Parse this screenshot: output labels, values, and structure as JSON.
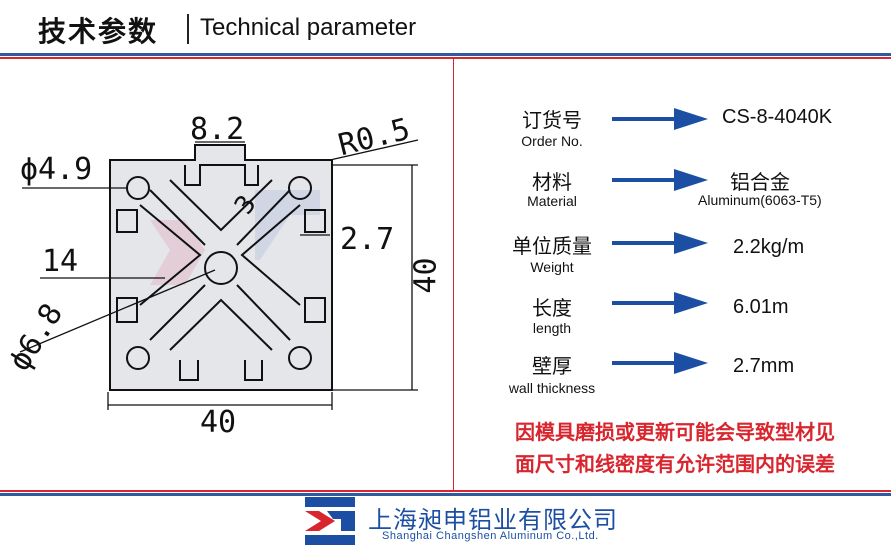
{
  "header": {
    "title_cn": "技术参数",
    "title_en": "Technical parameter"
  },
  "drawing": {
    "dim_top_slot": "8.2",
    "dim_radius": "R0.5",
    "dim_hole_corner": "ϕ4.9",
    "dim_inner": "3",
    "dim_wall": "2.7",
    "dim_side": "40",
    "dim_slot_depth": "14",
    "dim_center_hole": "ϕ6.8",
    "dim_bottom": "40"
  },
  "specs": [
    {
      "label_cn": "订货号",
      "label_en": "Order No.",
      "value": "CS-8-4040K",
      "sub": ""
    },
    {
      "label_cn": "材料",
      "label_en": "Material",
      "value": "铝合金",
      "sub": "Aluminum(6063-T5)"
    },
    {
      "label_cn": "单位质量",
      "label_en": "Weight",
      "value": "2.2kg/m",
      "sub": ""
    },
    {
      "label_cn": "长度",
      "label_en": "length",
      "value": "6.01m",
      "sub": ""
    },
    {
      "label_cn": "壁厚",
      "label_en": "wall thickness",
      "value": "2.7mm",
      "sub": ""
    }
  ],
  "note": {
    "line1": "因模具磨损或更新可能会导致型材见",
    "line2": "面尺寸和线密度有允许范围内的误差"
  },
  "footer": {
    "company_cn": "上海昶申铝业有限公司",
    "company_en": "Shanghai  Changshen  Aluminum  Co.,Ltd."
  },
  "colors": {
    "accent_blue": "#2f5aa0",
    "accent_red": "#d8262f",
    "arrow_blue": "#1c4fa3",
    "profile_fill": "#cfd2d8"
  }
}
